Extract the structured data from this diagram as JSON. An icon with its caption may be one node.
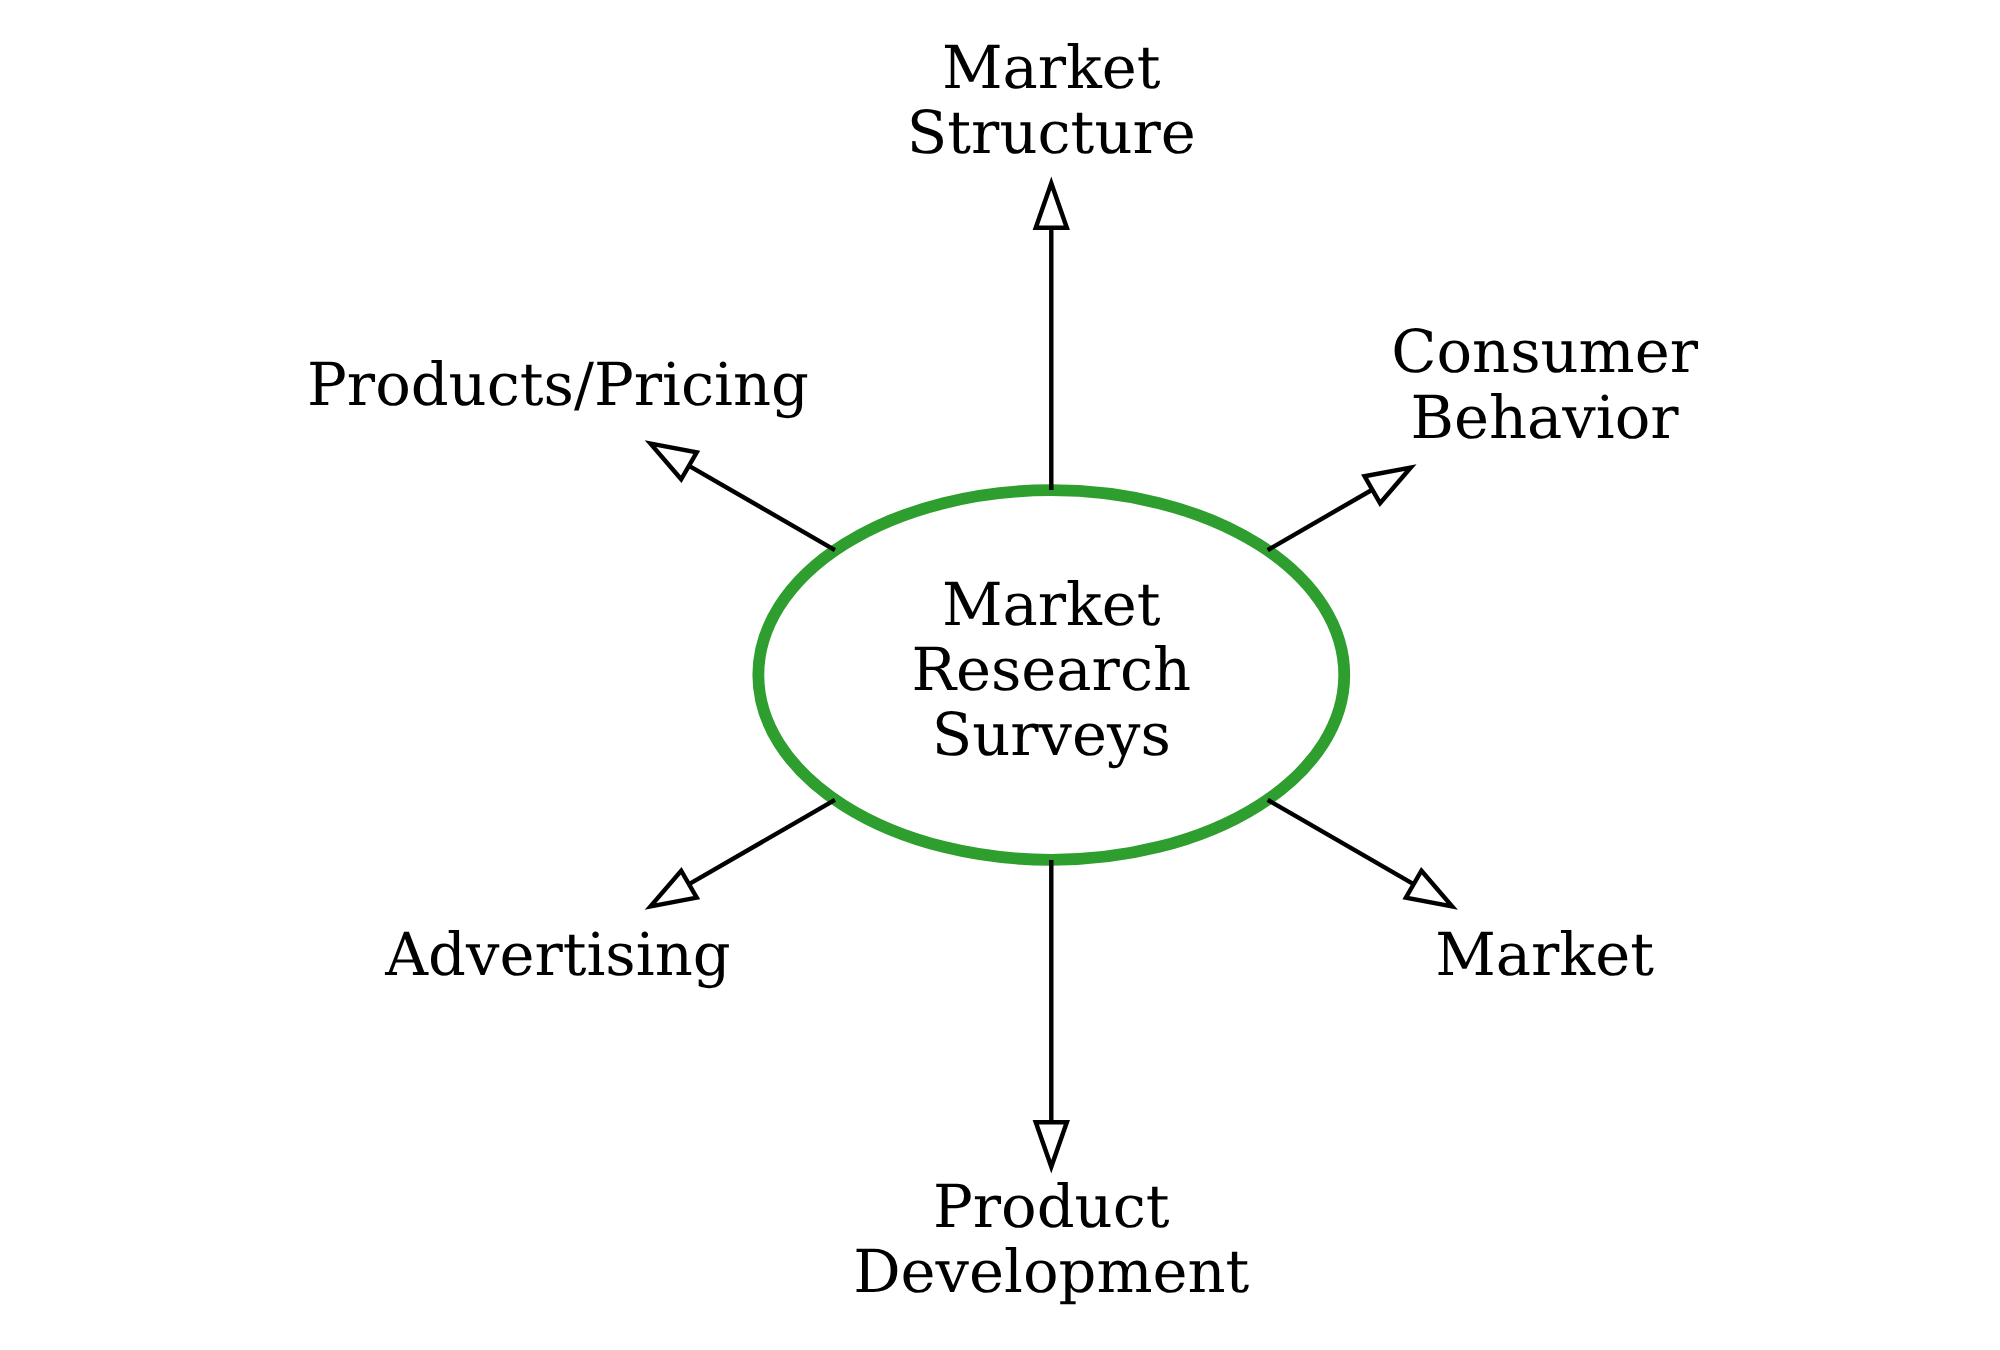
{
  "diagram": {
    "nodes": [
      {
        "text": [
          "Consumer Behavior"
        ]
      },
      {
        "text": [
          "Market Structure"
        ]
      },
      {
        "text": [
          "Products/Pricing"
        ]
      },
      {
        "text": [
          "Market Research Surveys"
        ]
      },
      {
        "text": [
          "Advertising"
        ]
      },
      {
        "text": [
          "Product Development"
        ]
      },
      {
        "text": [
          "Market"
        ]
      }
    ],
    "edges": [
      {
        "from": 3,
        "to": 0,
        "arrow": "to"
      },
      {
        "from": 3,
        "to": 1,
        "arrow": "to"
      },
      {
        "from": 3,
        "to": 2,
        "arrow": "to"
      },
      {
        "from": 3,
        "to": 4,
        "arrow": "to"
      },
      {
        "from": 3,
        "to": 5,
        "arrow": "to"
      },
      {
        "from": 3,
        "to": 6,
        "arrow": "to"
      }
    ]
  }
}
